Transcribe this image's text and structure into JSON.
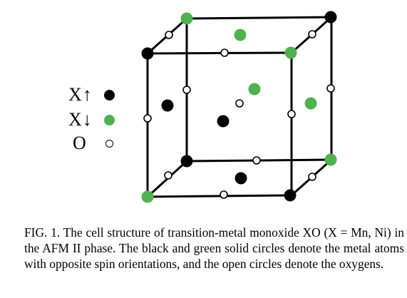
{
  "legend": {
    "x_up_label": "X↑",
    "x_down_label": "X↓",
    "o_label": "O"
  },
  "caption": {
    "text": "FIG. 1.  The cell structure of transition-metal monoxide XO (X = Mn, Ni) in the AFM II phase. The black and green solid circles denote the metal atoms with opposite spin orientations, and the open circles denote the oxygens."
  },
  "colors": {
    "spin_up": "#000000",
    "spin_down": "#4fb24f",
    "oxygen_fill": "#ffffff",
    "edges": "#000000"
  }
}
